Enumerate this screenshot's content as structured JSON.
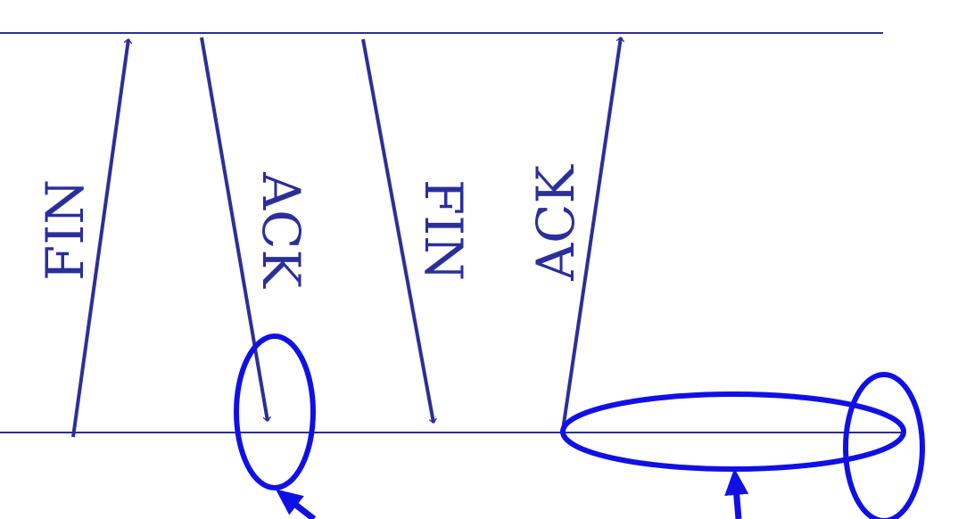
{
  "diagram": {
    "colors": {
      "timeline": "#2b2f9a",
      "message": "#2b2f9a",
      "highlight": "#1010e6",
      "background": "#ffffff"
    },
    "messages": [
      {
        "label": "FIN",
        "direction": "up"
      },
      {
        "label": "ACK",
        "direction": "down"
      },
      {
        "label": "FIN",
        "direction": "down"
      },
      {
        "label": "ACK",
        "direction": "up"
      }
    ]
  }
}
